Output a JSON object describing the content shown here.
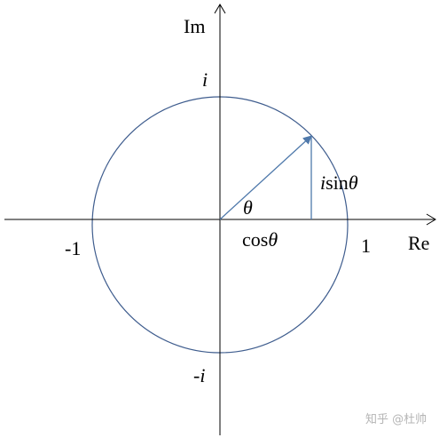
{
  "axes": {
    "horizontal_label": "Re",
    "vertical_label": "Im"
  },
  "points": {
    "top": "i",
    "bottom": "-i",
    "left": "-1",
    "right": "1"
  },
  "angle_label": "θ",
  "cos_label": {
    "prefix": "cos",
    "symbol": "θ"
  },
  "sin_label": {
    "imag": "i",
    "func": "sin",
    "symbol": "θ"
  },
  "watermark": "知乎 @杜帅",
  "colors": {
    "circle": "#3f5d8e",
    "vector": "#4f79ab",
    "projection": "#4f79ab",
    "axes": "#000000",
    "watermark": "#b5b5b5"
  }
}
